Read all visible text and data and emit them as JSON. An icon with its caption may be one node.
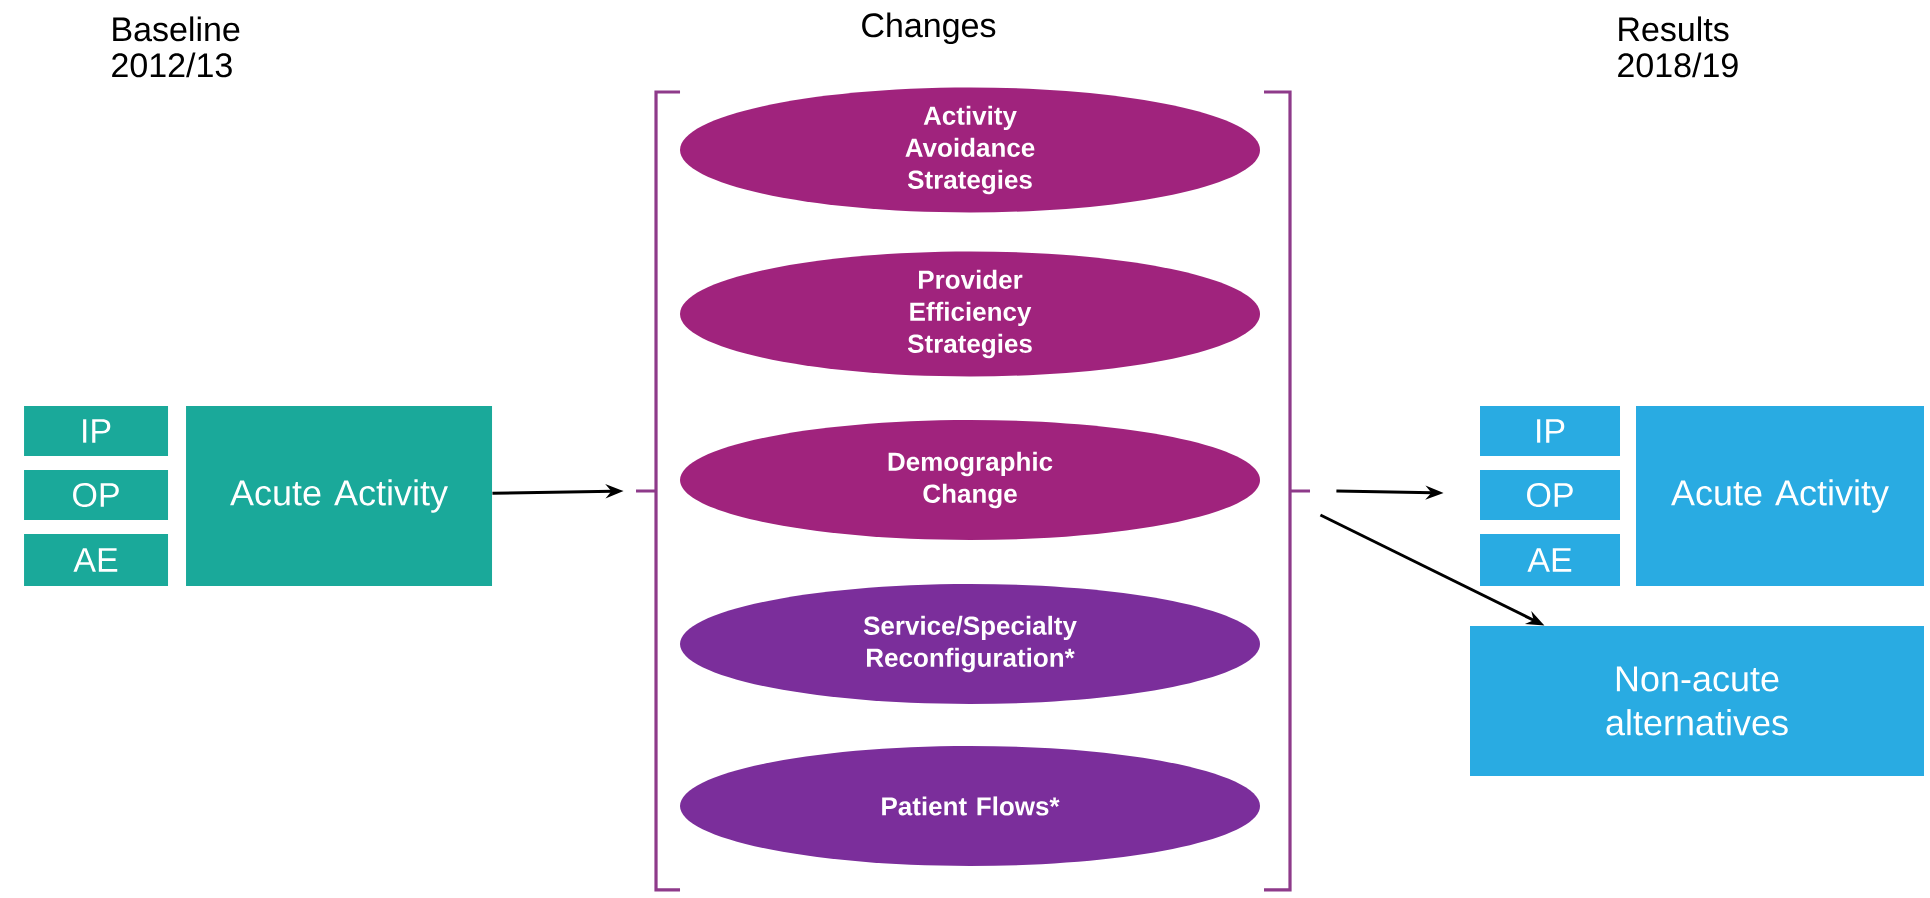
{
  "diagram": {
    "nodes": [
      {
        "text": [
          "IP"
        ]
      },
      {
        "text": [
          "OP"
        ]
      },
      {
        "text": [
          "AE"
        ]
      },
      {
        "text": [
          "Acute Activity"
        ]
      },
      {
        "text": [],
        "shape": "bracket"
      },
      {
        "text": [
          "Activity Avoidance Strategies"
        ],
        "in": 4
      },
      {
        "text": [
          "Provider Efficiency Strategies"
        ],
        "in": 4
      },
      {
        "text": [
          "Demographic Change"
        ],
        "in": 4
      },
      {
        "text": [
          "Service/Specialty Reconfiguration*"
        ],
        "in": 4
      },
      {
        "text": [
          "Patient Flows*"
        ],
        "in": 4
      },
      {
        "text": [
          "IP"
        ]
      },
      {
        "text": [
          "OP"
        ]
      },
      {
        "text": [
          "AE"
        ]
      },
      {
        "text": [
          "Acute Activity"
        ]
      },
      {
        "text": [
          "Non-acute alternatives"
        ]
      }
    ],
    "edges": [
      {
        "from": 3,
        "to": 4,
        "arrow": "to"
      },
      {
        "from": 4,
        "to": 11,
        "arrow": "to"
      },
      {
        "from": 4,
        "to": 14,
        "arrow": "to"
      }
    ],
    "labels": [
      "Baseline 2012/13",
      "Changes",
      "Results 2018/19"
    ]
  }
}
